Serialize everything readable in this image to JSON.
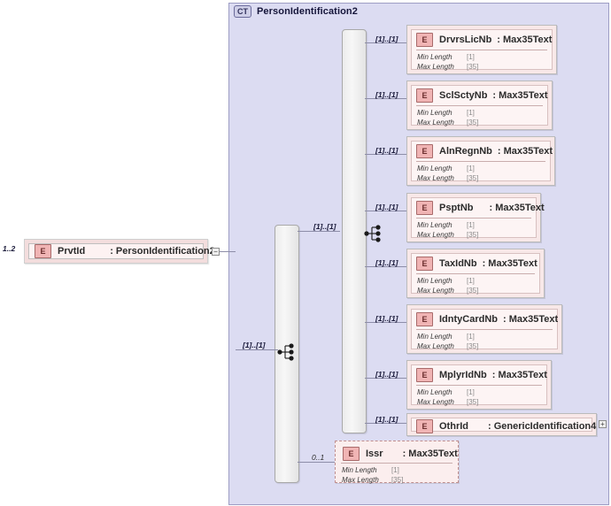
{
  "diagram": {
    "type": "xsd-schema-diagram",
    "root_element": {
      "cardinality": "1..2",
      "icon": "E",
      "name": "PrvtId",
      "type": ": PersonIdentification2",
      "toggle": "−"
    },
    "complex_type": {
      "tag": "CT",
      "title": "PersonIdentification2"
    },
    "outer_cardinality": "[1]..[1]",
    "inner_cardinality": "[1]..[1]",
    "children": [
      {
        "cardinality": "[1]..[1]",
        "icon": "E",
        "name": "DrvrsLicNb",
        "type": ": Max35Text",
        "facets": [
          {
            "name": "Min Length",
            "value": "[1]"
          },
          {
            "name": "Max Length",
            "value": "[35]"
          }
        ]
      },
      {
        "cardinality": "[1]..[1]",
        "icon": "E",
        "name": "SclSctyNb",
        "type": ": Max35Text",
        "facets": [
          {
            "name": "Min Length",
            "value": "[1]"
          },
          {
            "name": "Max Length",
            "value": "[35]"
          }
        ]
      },
      {
        "cardinality": "[1]..[1]",
        "icon": "E",
        "name": "AlnRegnNb",
        "type": ": Max35Text",
        "facets": [
          {
            "name": "Min Length",
            "value": "[1]"
          },
          {
            "name": "Max Length",
            "value": "[35]"
          }
        ]
      },
      {
        "cardinality": "[1]..[1]",
        "icon": "E",
        "name": "PsptNb",
        "type": ": Max35Text",
        "facets": [
          {
            "name": "Min Length",
            "value": "[1]"
          },
          {
            "name": "Max Length",
            "value": "[35]"
          }
        ]
      },
      {
        "cardinality": "[1]..[1]",
        "icon": "E",
        "name": "TaxIdNb",
        "type": ": Max35Text",
        "facets": [
          {
            "name": "Min Length",
            "value": "[1]"
          },
          {
            "name": "Max Length",
            "value": "[35]"
          }
        ]
      },
      {
        "cardinality": "[1]..[1]",
        "icon": "E",
        "name": "IdntyCardNb",
        "type": ": Max35Text",
        "facets": [
          {
            "name": "Min Length",
            "value": "[1]"
          },
          {
            "name": "Max Length",
            "value": "[35]"
          }
        ]
      },
      {
        "cardinality": "[1]..[1]",
        "icon": "E",
        "name": "MplyrIdNb",
        "type": ": Max35Text",
        "facets": [
          {
            "name": "Min Length",
            "value": "[1]"
          },
          {
            "name": "Max Length",
            "value": "[35]"
          }
        ]
      }
    ],
    "other_id": {
      "cardinality": "[1]..[1]",
      "icon": "E",
      "name": "OthrId",
      "type": ": GenericIdentification4",
      "toggle": "+"
    },
    "issuer": {
      "cardinality": "0..1",
      "icon": "E",
      "name": "Issr",
      "type": ": Max35Text",
      "facets": [
        {
          "name": "Min Length",
          "value": "[1]"
        },
        {
          "name": "Max Length",
          "value": "[35]"
        }
      ]
    },
    "colors": {
      "container_fill": "#dcdcf2",
      "container_border": "#9d9dc4",
      "element_fill": "#f8e8e8",
      "element_inner": "#fdf4f4",
      "icon_fill": "#f0b4b4",
      "line": "#8d8da8"
    }
  }
}
